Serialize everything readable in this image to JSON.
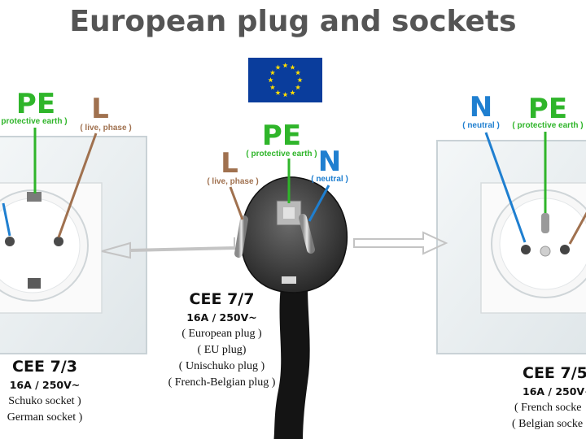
{
  "title": "European plug and sockets",
  "colors": {
    "pe": "#2fb52a",
    "live": "#a0714f",
    "neutral": "#1f7fd0",
    "flag": "#0a3d9c",
    "star": "#ffdd00"
  },
  "icons": {
    "flag": "eu-flag-icon"
  },
  "left_socket": {
    "pe_letter": "PE",
    "pe_desc": "protective earth )",
    "l_letter": "L",
    "l_desc": "( live, phase )",
    "name": "CEE 7/3",
    "rating": "16A / 250V~",
    "lines": [
      "Schuko socket )",
      "German socket )"
    ]
  },
  "plug": {
    "pe_letter": "PE",
    "pe_desc": "( protective earth )",
    "l_letter": "L",
    "l_desc": "( live, phase )",
    "n_letter": "N",
    "n_desc": "( neutral )",
    "name": "CEE 7/7",
    "rating": "16A / 250V~",
    "lines": [
      "( European plug )",
      "( EU plug)",
      "( Unischuko plug )",
      "( French-Belgian plug )"
    ]
  },
  "right_socket": {
    "n_letter": "N",
    "n_desc": "( neutral )",
    "pe_letter": "PE",
    "pe_desc": "( protective earth )",
    "name": "CEE 7/5",
    "rating": "16A / 250V~",
    "lines": [
      "( French socke",
      "( Belgian socke"
    ]
  }
}
